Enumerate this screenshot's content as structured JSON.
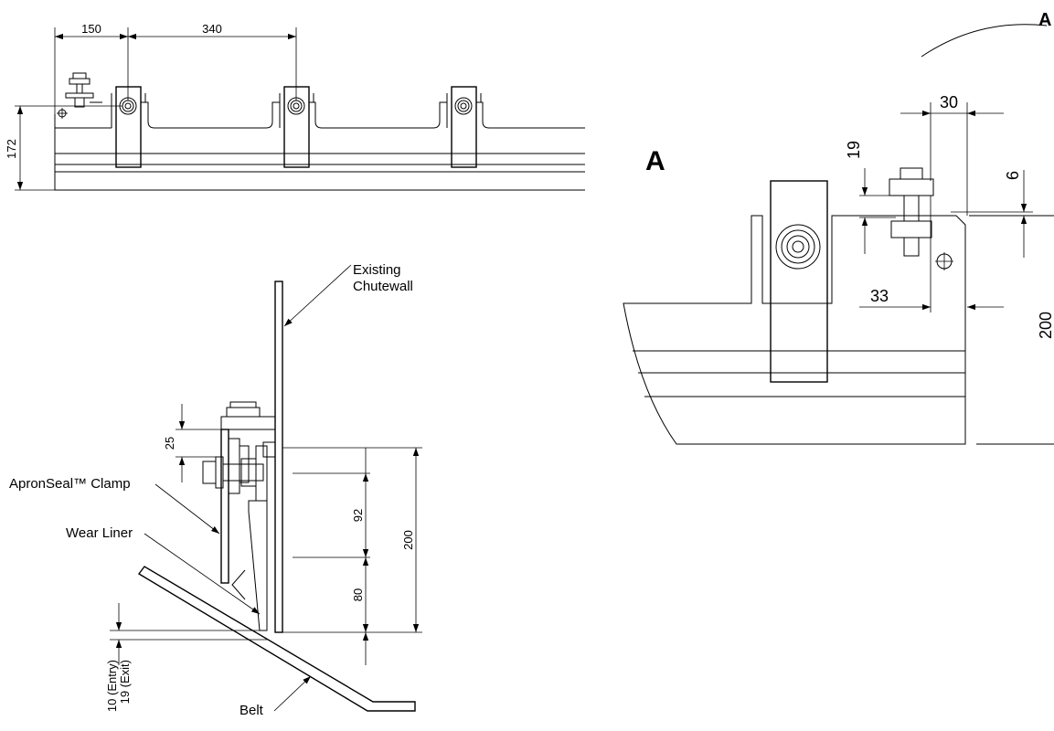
{
  "top_view": {
    "dims": {
      "d150": "150",
      "d340": "340",
      "d172": "172"
    }
  },
  "side_view": {
    "labels": {
      "chutewall_line1": "Existing",
      "chutewall_line2": "Chutewall",
      "clamp": "ApronSeal™ Clamp",
      "wear_liner": "Wear Liner",
      "belt": "Belt"
    },
    "dims": {
      "d25": "25",
      "d92": "92",
      "d80": "80",
      "d200": "200",
      "entry": "10 (Entry)",
      "exit": "19 (Exit)"
    }
  },
  "detail": {
    "title": "A",
    "callout": "A",
    "dims": {
      "d30": "30",
      "d19": "19",
      "d6": "6",
      "d33": "33",
      "d200": "200"
    }
  }
}
